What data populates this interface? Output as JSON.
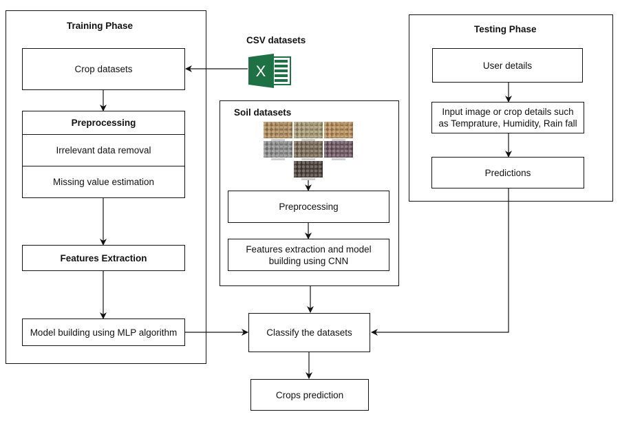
{
  "training_phase": {
    "title": "Training Phase",
    "crop_datasets": "Crop datasets",
    "preprocessing": {
      "header": "Preprocessing",
      "steps": [
        "Irrelevant data removal",
        "Missing value estimation"
      ]
    },
    "features_extraction": "Features Extraction",
    "model_building": "Model building using MLP algorithm"
  },
  "csv_source": {
    "label": "CSV datasets",
    "icon": "excel-icon",
    "icon_letter": "X",
    "icon_color": "#1e7145"
  },
  "soil_datasets": {
    "title": "Soil datasets",
    "sample_count": 7,
    "sample_colors": [
      "#b08a5a",
      "#a79a72",
      "#b88e58",
      "#8e8e8e",
      "#7a6a55",
      "#6e5560",
      "#4a3f38"
    ],
    "preprocessing": "Preprocessing",
    "cnn": "Features extraction and model building using CNN"
  },
  "testing_phase": {
    "title": "Testing Phase",
    "user_details": "User details",
    "input": "Input image or crop details such as Temprature, Humidity, Rain fall",
    "predictions": "Predictions"
  },
  "classify": "Classify the datasets",
  "output": "Crops prediction"
}
